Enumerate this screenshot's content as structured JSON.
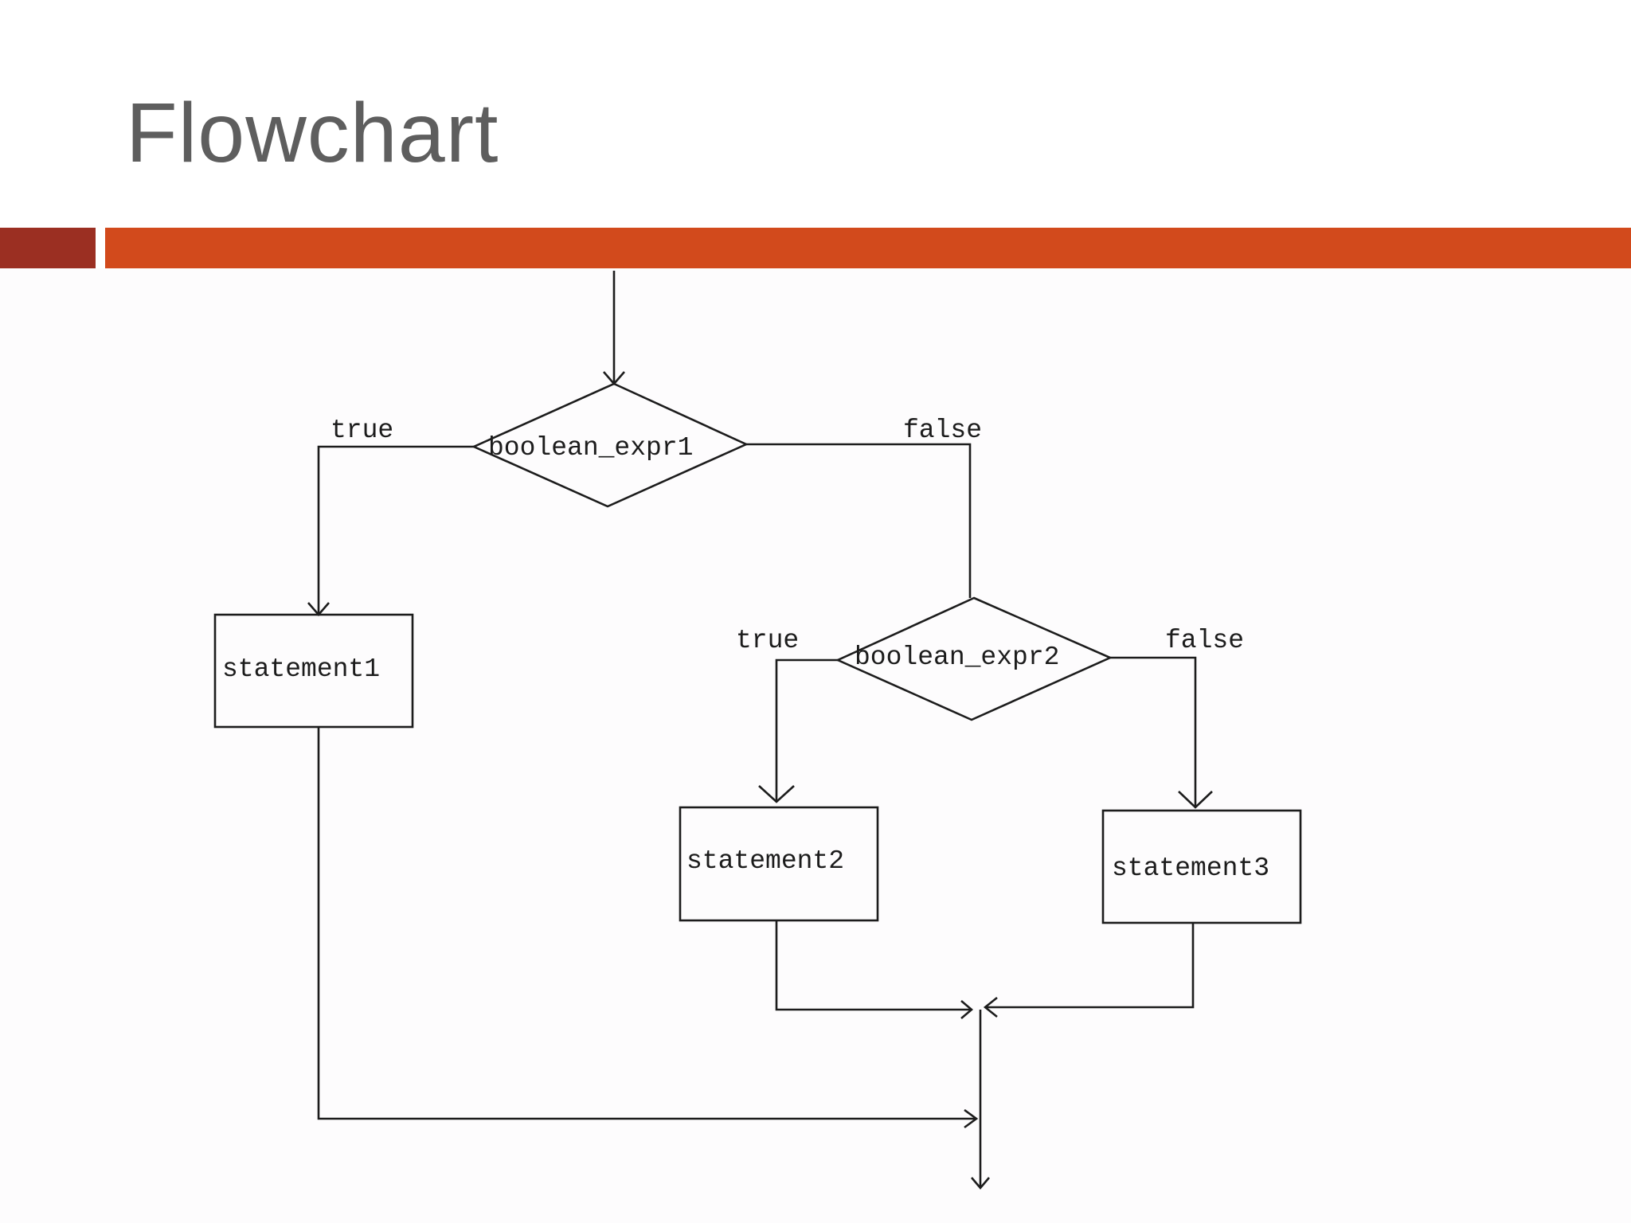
{
  "slide": {
    "title": "Flowchart"
  },
  "colors": {
    "bar_dark": "#9b2f22",
    "bar_main": "#d24a1c",
    "title": "#5e5e5e"
  },
  "flowchart": {
    "decision1": {
      "label": "boolean_expr1"
    },
    "decision2": {
      "label": "boolean_expr2"
    },
    "statement1": {
      "label": "statement1"
    },
    "statement2": {
      "label": "statement2"
    },
    "statement3": {
      "label": "statement3"
    },
    "edge_labels": {
      "d1_true": "true",
      "d1_false": "false",
      "d2_true": "true",
      "d2_false": "false"
    }
  }
}
